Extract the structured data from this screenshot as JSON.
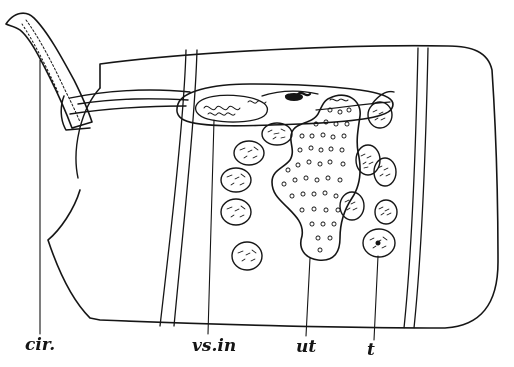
{
  "labels": {
    "cirrus": "cir.",
    "vesicula_seminalis_interna": "vs.in",
    "uterus": "ut",
    "testis": "t"
  },
  "colors": {
    "ink": "#151515",
    "paper": "#ffffff"
  }
}
